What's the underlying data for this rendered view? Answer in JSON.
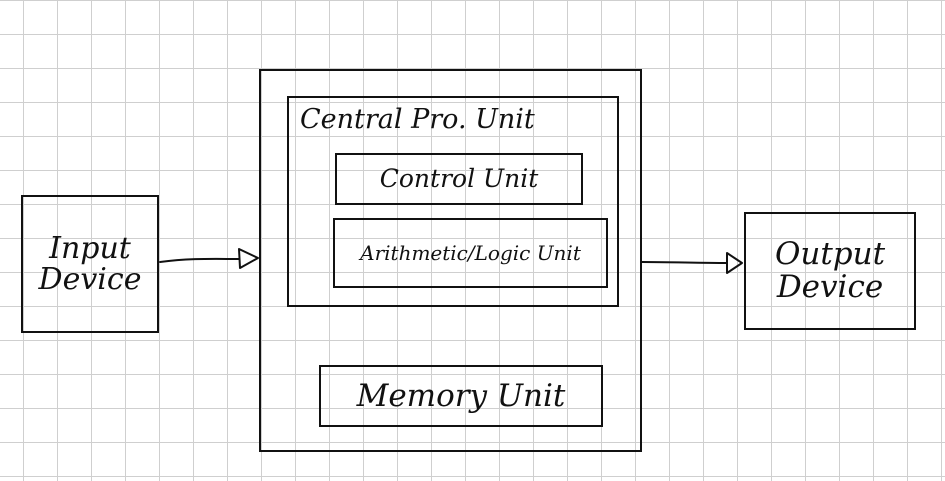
{
  "diagram": {
    "input_device": {
      "line1": "Input",
      "line2": "Device"
    },
    "computer": {
      "cpu": {
        "title": "Central Pro. Unit",
        "control_unit": "Control Unit",
        "alu": "Arithmetic/Logic Unit"
      },
      "memory_unit": "Memory Unit"
    },
    "output_device": {
      "line1": "Output",
      "line2": "Device"
    }
  },
  "colors": {
    "ink": "#111111",
    "grid": "#cfcfcf",
    "paper": "#ffffff"
  }
}
